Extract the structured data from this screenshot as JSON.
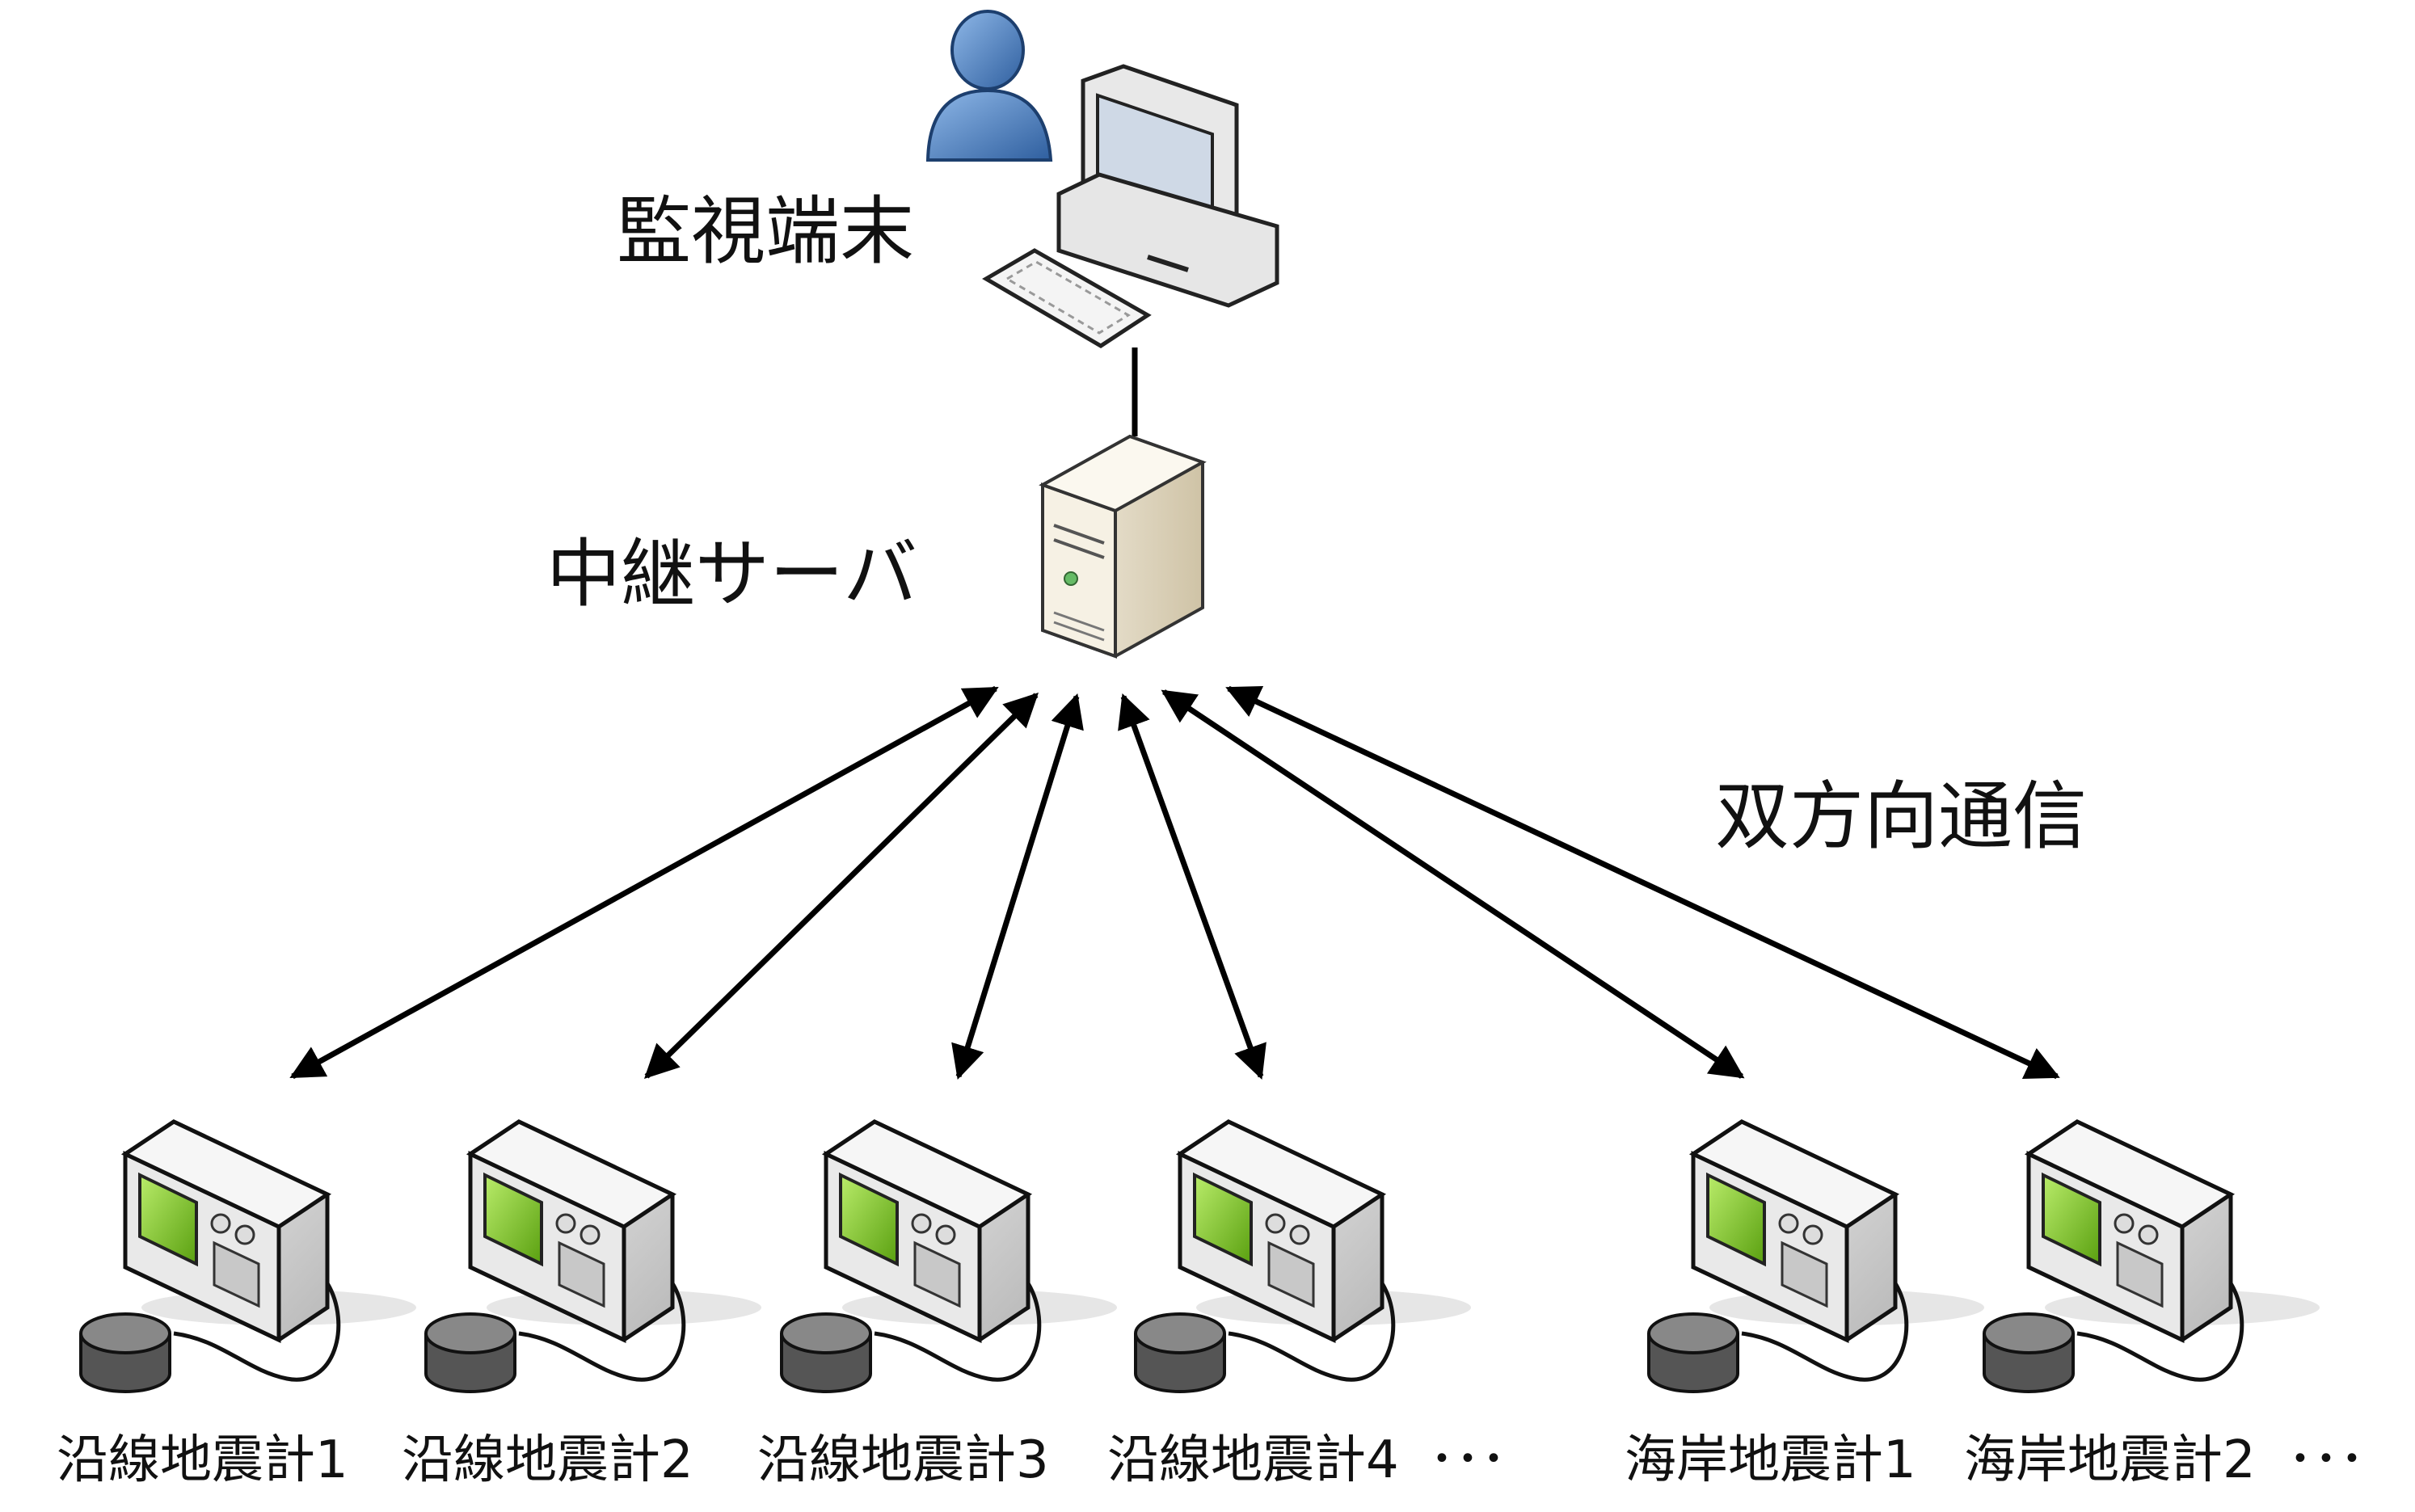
{
  "labels": {
    "monitor_terminal": "監視端末",
    "relay_server": "中継サーバ",
    "bidirectional": "双方向通信"
  },
  "seismometers": [
    {
      "label": "沿線地震計1"
    },
    {
      "label": "沿線地震計2"
    },
    {
      "label": "沿線地震計3"
    },
    {
      "label": "沿線地震計4"
    },
    {
      "label": "海岸地震計1"
    },
    {
      "label": "海岸地震計2"
    }
  ],
  "ellipsis": "･･･",
  "colors": {
    "arrow": "#000000",
    "person": "#4a7fbf",
    "screen": "#7ac520",
    "server": "#e8e0cc",
    "device_body": "#d9d9d9"
  }
}
